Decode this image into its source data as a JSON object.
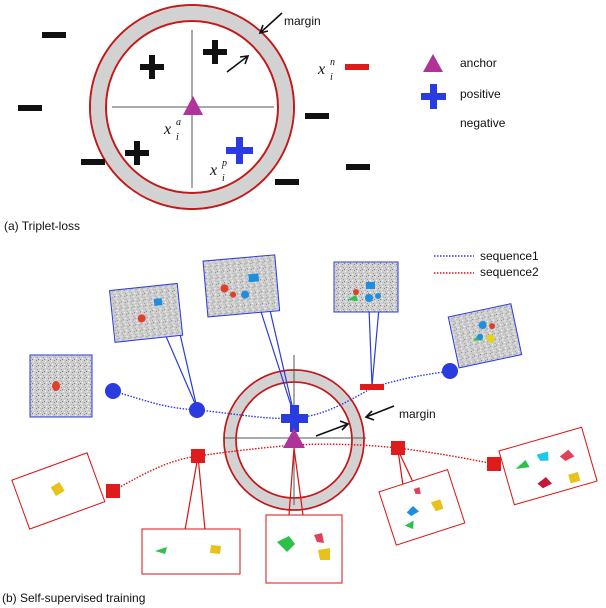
{
  "panel_a": {
    "caption": "(a)   Triplet-loss",
    "margin_label": "margin",
    "anchor_symbol": "x",
    "anchor_sup": "a",
    "anchor_sub": "i",
    "positive_symbol": "x",
    "positive_sup": "p",
    "positive_sub": "i",
    "negative_symbol": "x",
    "negative_sup": "n",
    "negative_sub": "i",
    "legend": {
      "anchor": "anchor",
      "positive": "positive",
      "negative": "negative"
    },
    "colors": {
      "anchor": "#b0339a",
      "positive": "#2a3be0",
      "negative": "#e01b1b",
      "ring": "#c21a1a"
    }
  },
  "panel_b": {
    "caption": "(b) Self-supervised training",
    "margin_label": "margin",
    "legend": {
      "sequence1": "sequence1",
      "sequence2": "sequence2"
    },
    "colors": {
      "sequence1": "#2a3be0",
      "sequence2": "#d11"
    }
  }
}
